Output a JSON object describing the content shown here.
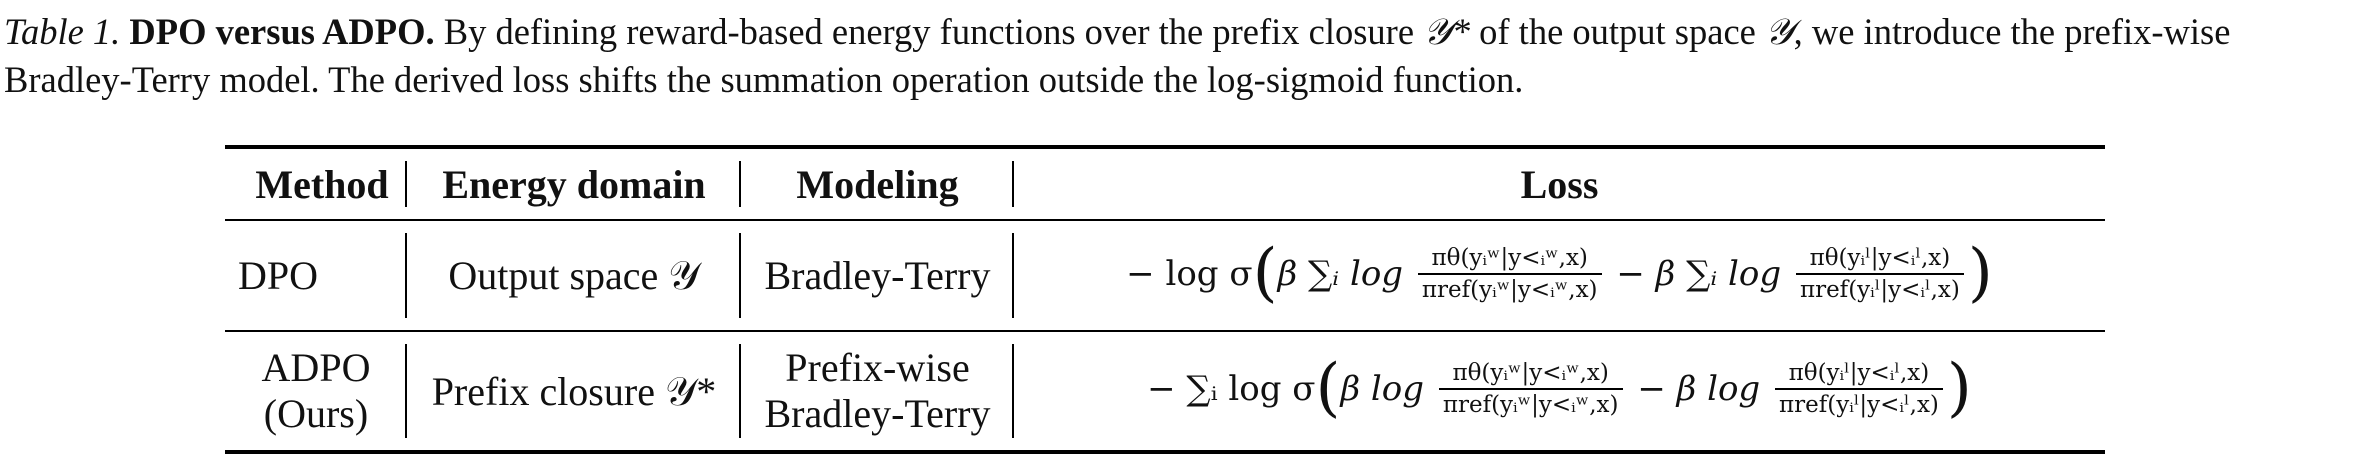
{
  "caption": {
    "label": "Table 1.",
    "title": "DPO versus ADPO.",
    "text_part1": "By defining reward-based energy functions over the prefix closure",
    "text_part2": "of the output space",
    "text_part3": ", we introduce the prefix-wise Bradley-Terry model. The derived loss shifts the summation operation outside the log-sigmoid function.",
    "sym_prefix_closure": "𝒴*",
    "sym_output_space": "𝒴"
  },
  "table": {
    "headers": {
      "method": "Method",
      "energy": "Energy domain",
      "modeling": "Modeling",
      "loss": "Loss"
    },
    "rows": [
      {
        "method": "DPO",
        "energy": "Output space 𝒴",
        "modeling": "Bradley-Terry",
        "loss_lead": "− log σ",
        "loss_sum_prefix": "β ∑ᵢ log",
        "num_w": "πθ(yᵢʷ|y<ᵢʷ,x)",
        "den_w": "πref(yᵢʷ|y<ᵢʷ,x)",
        "mid": "− β ∑ᵢ log",
        "num_l": "πθ(yᵢˡ|y<ᵢˡ,x)",
        "den_l": "πref(yᵢˡ|y<ᵢˡ,x)"
      },
      {
        "method_line1": "ADPO",
        "method_line2": "(Ours)",
        "energy": "Prefix closure 𝒴*",
        "modeling_line1": "Prefix-wise",
        "modeling_line2": "Bradley-Terry",
        "loss_lead": "− ∑ᵢ log σ",
        "loss_sum_prefix": "β log",
        "num_w": "πθ(yᵢʷ|y<ᵢʷ,x)",
        "den_w": "πref(yᵢʷ|y<ᵢʷ,x)",
        "mid": "− β log",
        "num_l": "πθ(yᵢˡ|y<ᵢˡ,x)",
        "den_l": "πref(yᵢˡ|y<ᵢˡ,x)"
      }
    ]
  }
}
